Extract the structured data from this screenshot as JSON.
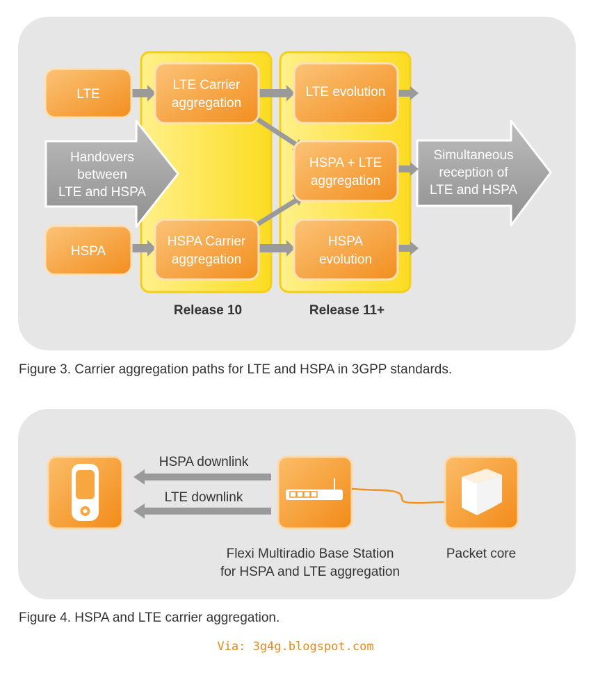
{
  "figure3": {
    "boxes": {
      "lte": "LTE",
      "hspa": "HSPA",
      "lte_ca_1": "LTE Carrier",
      "lte_ca_2": "aggregation",
      "hspa_ca_1": "HSPA Carrier",
      "hspa_ca_2": "aggregation",
      "lte_evo": "LTE evolution",
      "hl_agg_1": "HSPA + LTE",
      "hl_agg_2": "aggregation",
      "hspa_evo_1": "HSPA",
      "hspa_evo_2": "evolution"
    },
    "handovers": [
      "Handovers",
      "between",
      "LTE and HSPA"
    ],
    "simultaneous": [
      "Simultaneous",
      "reception of",
      "LTE and HSPA"
    ],
    "release10": "Release 10",
    "release11": "Release 11+",
    "caption": "Figure 3. Carrier aggregation paths for LTE and HSPA in 3GPP standards."
  },
  "figure4": {
    "hspa_downlink": "HSPA downlink",
    "lte_downlink": "LTE downlink",
    "bs_label_1": "Flexi Multiradio Base Station",
    "bs_label_2": "for HSPA and LTE aggregation",
    "packet_core": "Packet core",
    "caption": "Figure 4. HSPA and LTE carrier aggregation."
  },
  "via": "Via: 3g4g.blogspot.com",
  "colors": {
    "panel": "#e6e6e6",
    "release_band": "#fde53a",
    "box_orange": "#f7a640",
    "arrow_gray": "#9a9a9a",
    "link_orange": "#f0921e"
  }
}
